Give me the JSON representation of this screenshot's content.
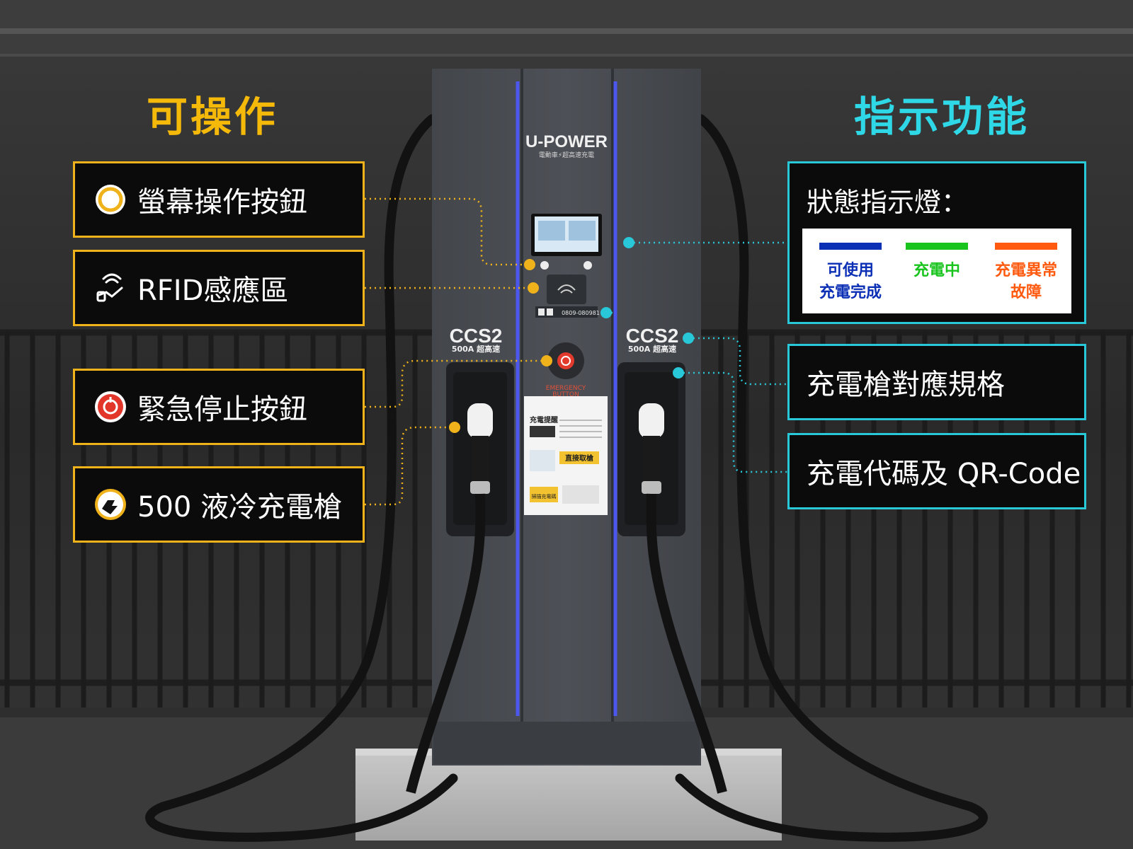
{
  "headings": {
    "operable": "可操作",
    "indicators": "指示功能"
  },
  "operable_items": [
    {
      "label": "螢幕操作按鈕",
      "icon": "ring-button-icon"
    },
    {
      "label": "RFID感應區",
      "icon": "rfid-tap-icon"
    },
    {
      "label": "緊急停止按鈕",
      "icon": "emergency-stop-icon"
    },
    {
      "label": "500 液冷充電槍",
      "icon": "charging-gun-icon"
    }
  ],
  "indicator_items": {
    "status_title": "狀態指示燈：",
    "legend": [
      {
        "line1": "可使用",
        "line2": "充電完成",
        "color": "#0b2fb5"
      },
      {
        "line1": "充電中",
        "line2": "",
        "color": "#19c41e"
      },
      {
        "line1": "充電異常",
        "line2": "故障",
        "color": "#ff5a0f"
      }
    ],
    "connector_spec": "充電槍對應規格",
    "charging_code": "充電代碼及 QR-Code"
  },
  "charger": {
    "brand": "U-POWER",
    "tagline": "電動車⚡超高速充電",
    "left_port": {
      "type": "CCS2",
      "rating": "500A 超高速"
    },
    "right_port": {
      "type": "CCS2",
      "rating": "500A 超高速"
    },
    "phone": "0809-080981",
    "emergency_label": "EMERGENCY",
    "emergency_label2": "BUTTON",
    "poster_title": "充電提醒",
    "poster_highlight": "直接取槍",
    "poster_footer": "掃描充電碼"
  },
  "colors": {
    "operable_accent": "#f0b21a",
    "indicator_accent": "#28c8d8"
  }
}
